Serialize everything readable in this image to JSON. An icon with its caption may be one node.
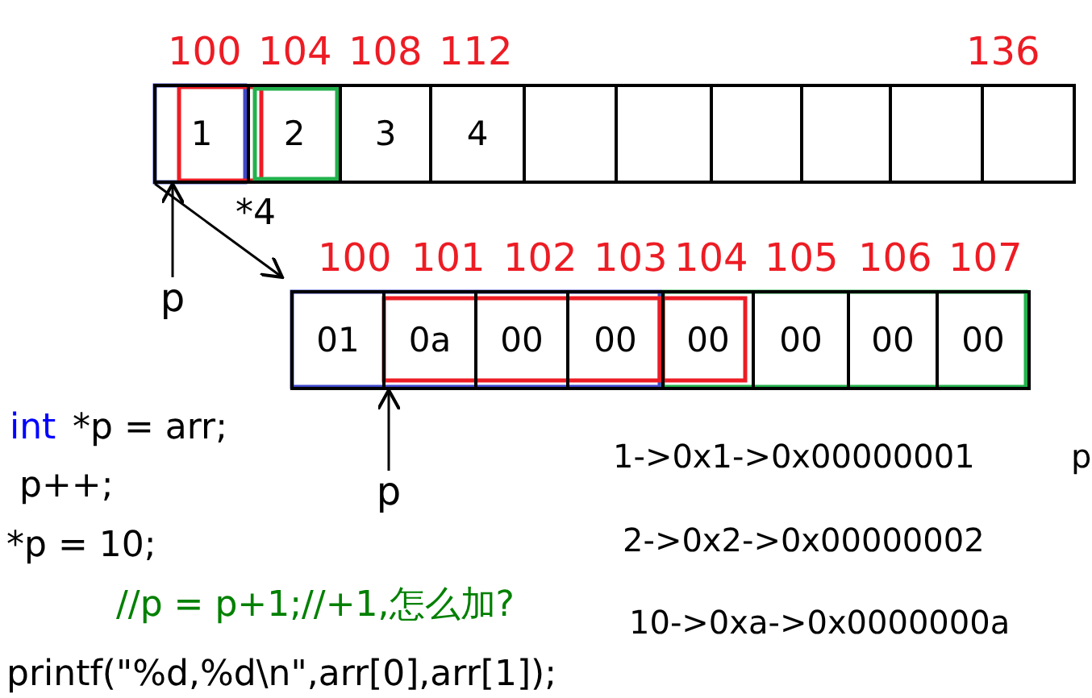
{
  "diagram": {
    "nodes": [
      {
        "text": [
          "1"
        ]
      },
      {
        "text": [
          "2"
        ]
      },
      {
        "text": [
          "3"
        ]
      },
      {
        "text": [
          "4"
        ]
      },
      {
        "text": [],
        "shape": "box"
      },
      {
        "text": [],
        "shape": "box"
      },
      {
        "text": [],
        "shape": "box"
      },
      {
        "text": [],
        "shape": "box"
      },
      {
        "text": [],
        "shape": "box"
      },
      {
        "text": [],
        "shape": "box"
      },
      {
        "text": [
          "01"
        ]
      },
      {
        "text": [
          "0a"
        ]
      },
      {
        "text": [
          "00"
        ]
      },
      {
        "text": [
          "00"
        ]
      },
      {
        "text": [
          "00"
        ]
      },
      {
        "text": [
          "00"
        ]
      },
      {
        "text": [
          "00"
        ]
      },
      {
        "text": [
          "00"
        ]
      },
      {
        "text": [
          "p"
        ]
      },
      {
        "text": [
          "p"
        ]
      }
    ],
    "edges": [
      {
        "from": 18,
        "to": 0,
        "arrow": "to"
      },
      {
        "from": 0,
        "to": 10,
        "arrow": "to",
        "label": "*4"
      },
      {
        "from": 19,
        "to": 11,
        "arrow": "to"
      }
    ],
    "labels": [
      "100",
      "104",
      "108",
      "112",
      "136",
      "100",
      "101",
      "102",
      "103",
      "104",
      "105",
      "106",
      "107",
      "int",
      "*p = arr;",
      "p++;",
      "*p = 10;",
      "//p = p+1;//+1,怎么加?",
      "printf(\"%d,%d\\n\",arr[0],arr[1]);",
      "1->0x1->0x00000001",
      "p",
      "2->0x2->0x00000002",
      "10->0xa->0x0000000a"
    ]
  }
}
